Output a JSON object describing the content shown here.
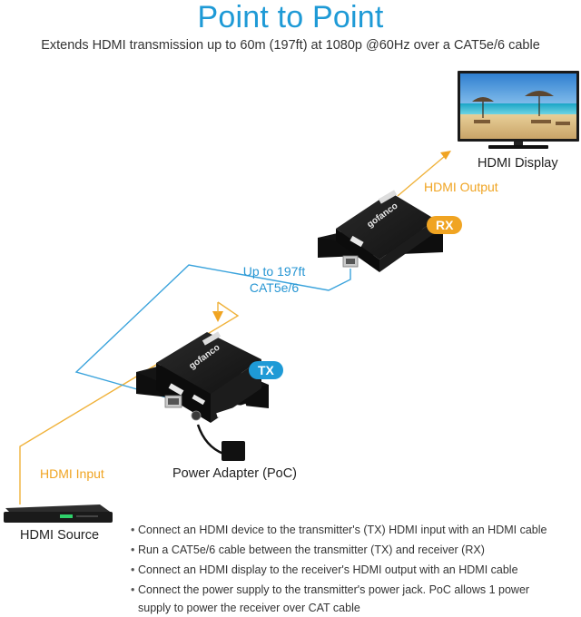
{
  "header": {
    "title": "Point to Point",
    "subtitle": "Extends HDMI transmission up to 60m (197ft) at 1080p @60Hz over a CAT5e/6 cable"
  },
  "labels": {
    "hdmi_display": "HDMI Display",
    "hdmi_output": "HDMI Output",
    "cable_line1": "Up to 197ft",
    "cable_line2": "CAT5e/6",
    "hdmi_input": "HDMI Input",
    "power_adapter": "Power Adapter (PoC)",
    "hdmi_source": "HDMI Source"
  },
  "devices": {
    "tx_badge": "TX",
    "rx_badge": "RX",
    "brand": "gofanco"
  },
  "colors": {
    "accent_blue": "#1e9ad6",
    "accent_orange": "#f0a422",
    "device_body": "#1b1b1b"
  },
  "instructions": [
    "Connect an HDMI device to the transmitter's (TX) HDMI input with an HDMI cable",
    "Run a CAT5e/6 cable between the transmitter (TX) and receiver (RX)",
    "Connect an HDMI display to the receiver's HDMI output with an HDMI cable",
    "Connect the power supply to the transmitter's power jack. PoC allows 1 power supply to power the receiver over CAT cable"
  ]
}
